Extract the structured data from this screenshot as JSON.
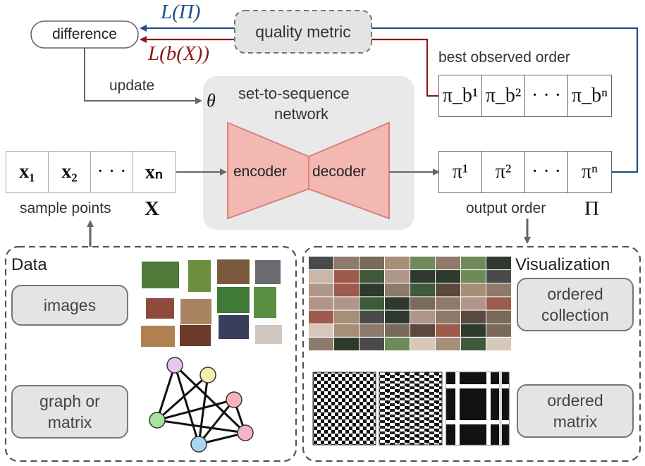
{
  "top": {
    "difference": "difference",
    "quality_metric": "quality metric",
    "loss_pi": "L(Π)",
    "loss_b": "L(b(X))",
    "update": "update",
    "theta": "θ"
  },
  "network": {
    "title_line1": "set-to-sequence",
    "title_line2": "network",
    "encoder": "encoder",
    "decoder": "decoder"
  },
  "input": {
    "cells": [
      "x₁",
      "x₂",
      "· · ·",
      "xₙ"
    ],
    "label": "sample points",
    "symbol": "X"
  },
  "output": {
    "cells": [
      "π¹",
      "π²",
      "· · ·",
      "πⁿ"
    ],
    "label": "output order",
    "symbol": "Π"
  },
  "best": {
    "label": "best observed order",
    "cells": [
      "π_b¹",
      "π_b²",
      "· · ·",
      "π_bⁿ"
    ]
  },
  "data_panel": {
    "title": "Data",
    "images": "images",
    "graph_line1": "graph or",
    "graph_line2": "matrix"
  },
  "vis_panel": {
    "title": "Visualization",
    "collection_line1": "ordered",
    "collection_line2": "collection",
    "matrix_line1": "ordered",
    "matrix_line2": "matrix"
  },
  "colors": {
    "loss_pi": "#1f4e8c",
    "loss_b": "#8b1a1a",
    "network_fill": "#f4b8b3",
    "network_stroke": "#d9827c",
    "graph_nodes": [
      "#e8c6f0",
      "#f0f0a8",
      "#f6b3b8",
      "#a8e3a0",
      "#f6b3c4",
      "#a8d6f0"
    ]
  }
}
